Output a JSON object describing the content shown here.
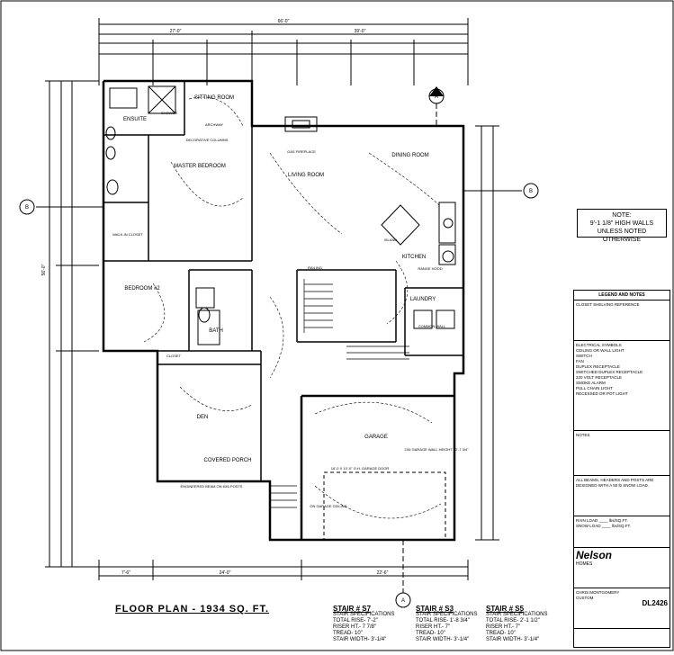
{
  "plan_title": "FLOOR PLAN - 1934 SQ. FT.",
  "note": {
    "heading": "NOTE:",
    "lines": [
      "9'-1 1/8\" HIGH WALLS",
      "UNLESS NOTED OTHERWISE"
    ]
  },
  "rooms": {
    "sitting_room": "SITTING ROOM",
    "ensuite": "ENSUITE",
    "master_bedroom": "MASTER BEDROOM",
    "living_room": "LIVING ROOM",
    "dining_room": "DINING ROOM",
    "kitchen": "KITCHEN",
    "island": "ISLAND",
    "bedroom2": "BEDROOM #2",
    "bath": "BATH",
    "laundry": "LAUNDRY",
    "den": "DEN",
    "covered_porch": "COVERED PORCH",
    "garage": "GARAGE",
    "walk_in_closet": "WALK-IN CLOSET",
    "closet": "CLOSET",
    "shower": "SHOWER",
    "gas_fireplace": "GAS FIREPLACE",
    "decorative_columns": "DECORATIVE COLUMNS",
    "archway": "ARCHWAY",
    "railing": "RAILING",
    "range_hood": "RANGE HOOD",
    "common_wall": "COMMON WALL",
    "engineered_beam": "ENGINEERED BEAM ON 6X6 POSTS",
    "garage_wall": "2X6 GARAGE WALL HEIGHT 12'-7 3/4\"",
    "overhead_door": "16'-0 X 10'-0\" O.H. GARAGE DOOR",
    "on_garage_ceiling": "ON GARAGE CEILING"
  },
  "dims": {
    "overall_top": "66'-0\"",
    "top_left": "27'-0\"",
    "top_right": "39'-0\"",
    "left_side": "56'-0\"",
    "bottom_left": "7'-6\"",
    "bottom_mid": "24'-0\"",
    "bottom_right": "22'-6\""
  },
  "section_markers": [
    "A",
    "B",
    "B",
    "A"
  ],
  "stairs": [
    {
      "title": "STAIR # S7",
      "sub": "STAIR SPECIFICATIONS",
      "lines": [
        "TOTAL RISE- 7'-2\"",
        "RISER HT.- 7 7/8\"",
        "TREAD- 10\"",
        "STAIR WIDTH- 3'-1/4\""
      ]
    },
    {
      "title": "STAIR # S3",
      "sub": "STAIR SPECIFICATIONS",
      "lines": [
        "TOTAL RISE- 1'-8 3/4\"",
        "RISER HT.- 7\"",
        "TREAD- 10\"",
        "STAIR WIDTH- 3'-1/4\""
      ]
    },
    {
      "title": "STAIR # S5",
      "sub": "STAIR SPECIFICATIONS",
      "lines": [
        "TOTAL RISE- 2'-1 1/2\"",
        "RISER HT.- 7\"",
        "TREAD- 10\"",
        "STAIR WIDTH- 3'-1/4\""
      ]
    }
  ],
  "legend": {
    "heading": "LEGEND AND NOTES",
    "closet_ref": "CLOSET SHELVING REFERENCE",
    "electrical": "ELECTRICAL SYMBOLS",
    "symbols": [
      "CEILING OR WALL LIGHT",
      "SWITCH",
      "FAN",
      "DUPLEX RECEPTACLE",
      "SWITCHED DUPLEX RECEPTACLE",
      "220 VOLT RECEPTACLE",
      "SMOKE ALARM",
      "PULL CHAIN LIGHT",
      "RECESSED OR POT LIGHT"
    ],
    "notes_heading": "NOTES",
    "notes2": "ALL BEAMS, HEADERS AND POSTS ARE DESIGNED WITH A 50 lb SNOW LOAD.",
    "rain_load": "RAIN LOAD ____ lbs/SQ.FT.",
    "snow_load": "SNOW LOAD ____ lbs/SQ.FT.",
    "company": "Nelson",
    "company_sub": "HOMES",
    "client": "CHRIS MONTGOMERY",
    "plan_no": "DL2426",
    "style": "CUSTOM"
  }
}
